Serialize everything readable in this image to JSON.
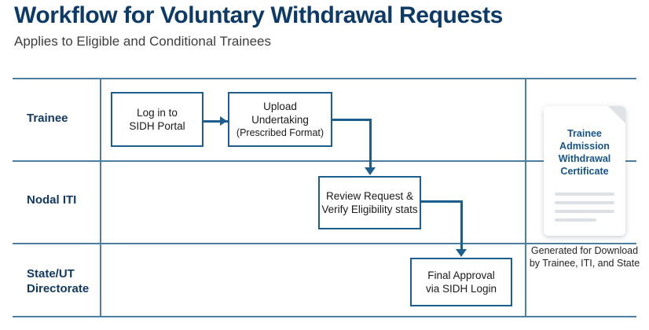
{
  "header": {
    "title": "Workflow for Voluntary Withdrawal Requests",
    "subtitle": "Applies to Eligible and Conditional Trainees"
  },
  "colors": {
    "title_navy": "#0d3a66",
    "grid_line": "#4a7fa0",
    "box_border": "#1c5f8e",
    "connector": "#1c5f8e",
    "lane_label": "#123a63",
    "cert_heading": "#16548c",
    "cert_placeholder": "#dde1e6"
  },
  "lanes": [
    {
      "label": "Trainee"
    },
    {
      "label": "Nodal ITI"
    },
    {
      "label": "State/UT\nDirectorate"
    }
  ],
  "lane_labels": {
    "trainee": "Trainee",
    "nodal_iti": "Nodal ITI",
    "state_ut_line1": "State/UT",
    "state_ut_line2": "Directorate"
  },
  "steps": [
    {
      "id": "log-in",
      "lane": "Trainee",
      "line1": "Log in to",
      "line2": "SIDH Portal"
    },
    {
      "id": "upload-undertaking",
      "lane": "Trainee",
      "line1": "Upload",
      "line2": "Undertaking",
      "line3": "(Prescribed Format)"
    },
    {
      "id": "review-request",
      "lane": "Nodal ITI",
      "line1": "Review Request &",
      "line2": "Verify Eligibility stats"
    },
    {
      "id": "final-approval",
      "lane": "State/UT Directorate",
      "line1": "Final Approval",
      "line2": "via SIDH Login"
    }
  ],
  "connectors": [
    {
      "from": "log-in",
      "to": "upload-undertaking",
      "type": "straight-right"
    },
    {
      "from": "upload-undertaking",
      "to": "review-request",
      "type": "elbow-down"
    },
    {
      "from": "review-request",
      "to": "final-approval",
      "type": "elbow-down"
    }
  ],
  "certificate": {
    "title_line1": "Trainee",
    "title_line2": "Admission",
    "title_line3": "Withdrawal",
    "title_line4": "Certificate",
    "caption": "Generated for Download by Trainee, ITI, and State",
    "placeholder_line_count": 4
  }
}
